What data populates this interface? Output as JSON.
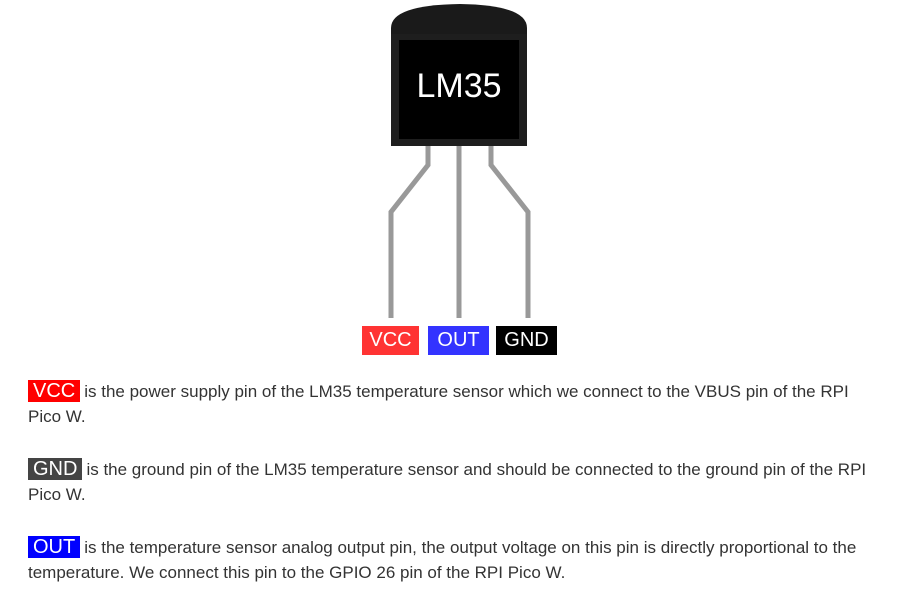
{
  "sensor": {
    "label": "LM35"
  },
  "pins": [
    {
      "label": "VCC",
      "color": "#ff3333"
    },
    {
      "label": "OUT",
      "color": "#3333ff"
    },
    {
      "label": "GND",
      "color": "#000000"
    }
  ],
  "descriptions": [
    {
      "pin": "VCC",
      "color": "#ff0000",
      "text": "is the power supply pin of the LM35 temperature sensor which we connect to the VBUS pin of the RPI Pico W."
    },
    {
      "pin": "GND",
      "color": "#444444",
      "text": "is the ground pin of the LM35 temperature sensor and should be connected to the ground pin of the RPI Pico W."
    },
    {
      "pin": "OUT",
      "color": "#0000ff",
      "text": "is the temperature sensor analog output pin, the output voltage on this pin is directly proportional to the temperature. We connect this pin to the GPIO 26 pin of the RPI Pico W."
    }
  ],
  "colors": {
    "body": "#1a1a1a",
    "face": "#000000",
    "leg": "#999999",
    "text": "#333333"
  }
}
